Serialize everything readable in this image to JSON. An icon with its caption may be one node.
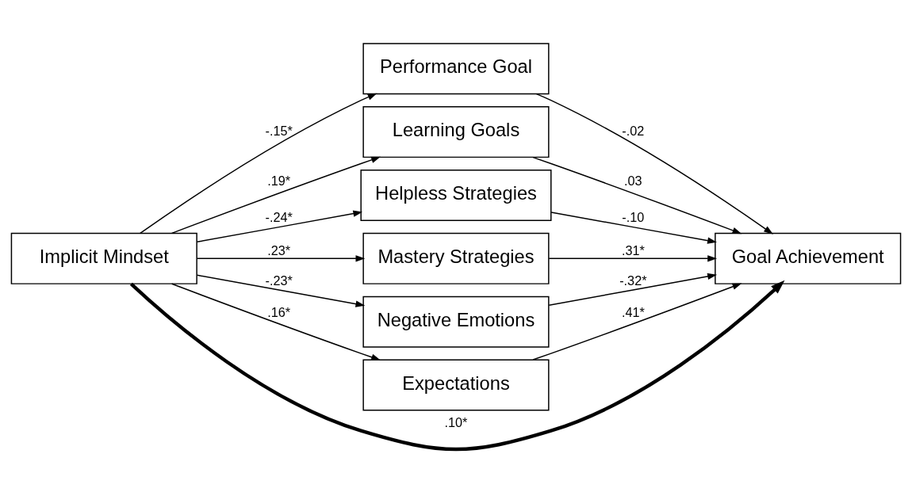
{
  "diagram": {
    "nodes": [
      {
        "text": [
          "Implicit Mindset"
        ]
      },
      {
        "text": [
          "Performance Goal"
        ]
      },
      {
        "text": [
          "Learning Goals"
        ]
      },
      {
        "text": [
          "Helpless Strategies"
        ]
      },
      {
        "text": [
          "Mastery Strategies"
        ]
      },
      {
        "text": [
          "Negative Emotions"
        ]
      },
      {
        "text": [
          "Expectations"
        ]
      },
      {
        "text": [
          "Goal Achievement"
        ]
      }
    ],
    "edges": [
      {
        "from": 0,
        "to": 7,
        "arrow": "to",
        "label": ".10*",
        "style": "thick"
      },
      {
        "from": 0,
        "to": 1,
        "arrow": "to",
        "label": "-.15*"
      },
      {
        "from": 0,
        "to": 2,
        "arrow": "to",
        "label": ".19*"
      },
      {
        "from": 0,
        "to": 3,
        "arrow": "to",
        "label": "-.24*"
      },
      {
        "from": 0,
        "to": 4,
        "arrow": "to",
        "label": ".23*"
      },
      {
        "from": 0,
        "to": 5,
        "arrow": "to",
        "label": "-.23*"
      },
      {
        "from": 0,
        "to": 6,
        "arrow": "to",
        "label": ".16*"
      },
      {
        "from": 1,
        "to": 7,
        "arrow": "to",
        "label": "-.02"
      },
      {
        "from": 2,
        "to": 7,
        "arrow": "to",
        "label": ".03"
      },
      {
        "from": 3,
        "to": 7,
        "arrow": "to",
        "label": "-.10"
      },
      {
        "from": 4,
        "to": 7,
        "arrow": "to",
        "label": ".31*"
      },
      {
        "from": 5,
        "to": 7,
        "arrow": "to",
        "label": "-.32*"
      },
      {
        "from": 6,
        "to": 7,
        "arrow": "to",
        "label": ".41*"
      }
    ]
  }
}
